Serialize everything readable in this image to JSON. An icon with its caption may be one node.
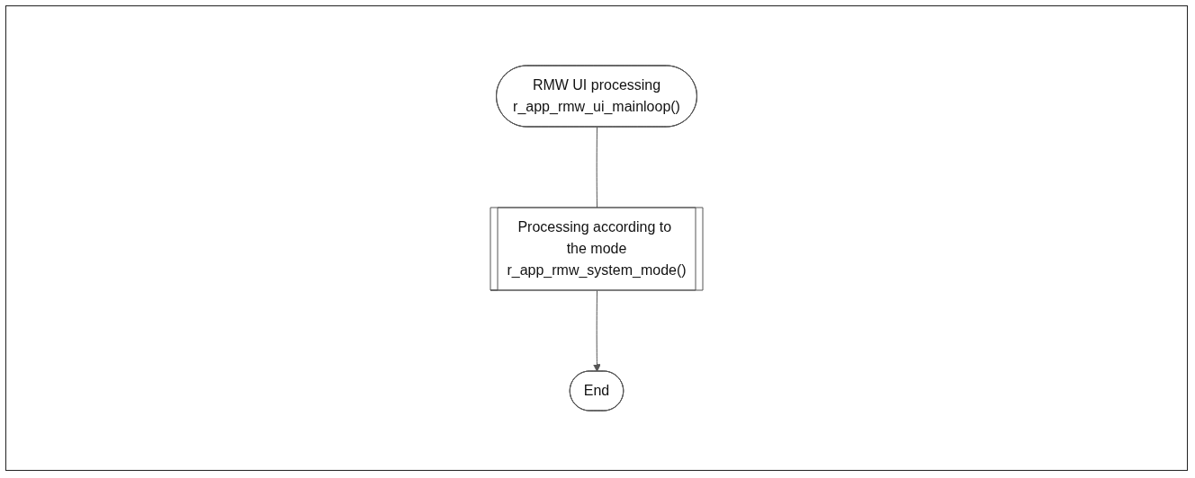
{
  "diagram": {
    "nodes": [
      {
        "text": [
          "RMW UI processing",
          "r_app_rmw_ui_mainloop()"
        ]
      },
      {
        "text": [
          "Processing according to the mode",
          "r_app_rmw_system_mode()"
        ]
      },
      {
        "text": [
          "End"
        ]
      }
    ],
    "edges": [
      {
        "from": 0,
        "to": 1,
        "arrow": "none"
      },
      {
        "from": 1,
        "to": 2,
        "arrow": "to"
      }
    ]
  }
}
